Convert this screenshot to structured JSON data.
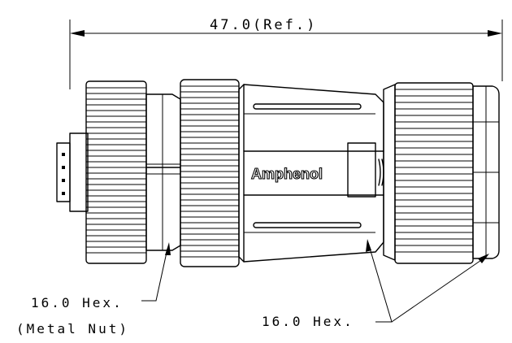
{
  "dimension": {
    "overall_length_label": "47.0(Ref.)"
  },
  "brand": {
    "logo_text": "Amphenol"
  },
  "callouts": {
    "metal_nut_line1": "16.0 Hex.",
    "metal_nut_line2": "(Metal Nut)",
    "body_hex": "16.0 Hex."
  },
  "colors": {
    "ink": "#000000",
    "paper": "#ffffff"
  }
}
